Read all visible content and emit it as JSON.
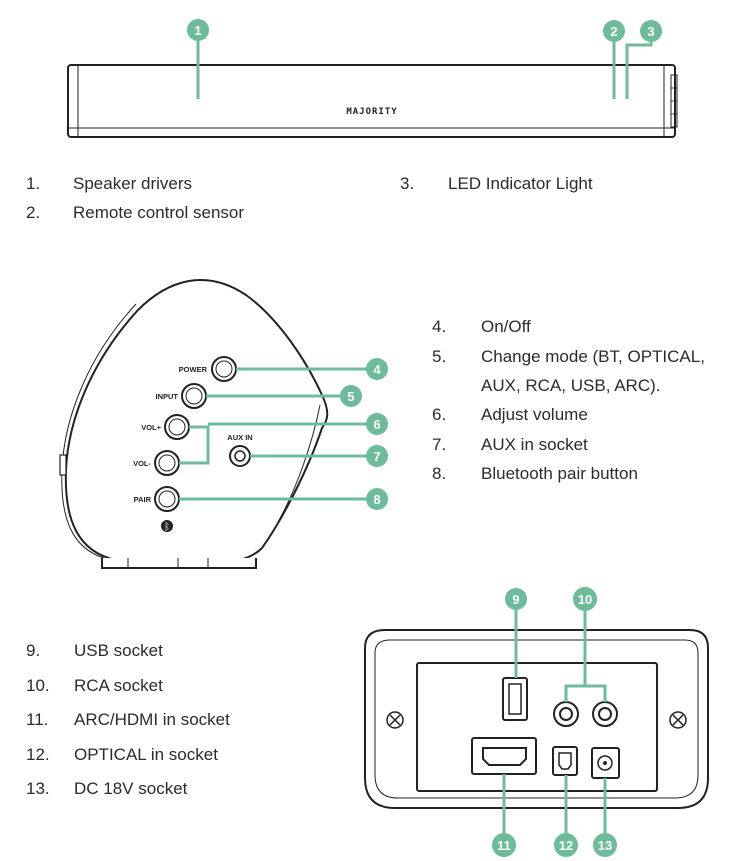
{
  "brand": "MAJORITY",
  "panel_labels": {
    "power": "POWER",
    "input": "INPUT",
    "vol_plus": "VOL+",
    "vol_minus": "VOL-",
    "aux_in": "AUX IN",
    "pair": "PAIR",
    "bluetooth_symbol": "ᛒ"
  },
  "callouts": [
    "1",
    "2",
    "3",
    "4",
    "5",
    "6",
    "7",
    "8",
    "9",
    "10",
    "11",
    "12",
    "13"
  ],
  "legend_front": [
    {
      "num": "1.",
      "text": "Speaker drivers"
    },
    {
      "num": "2.",
      "text": "Remote control sensor"
    },
    {
      "num": "3.",
      "text": "LED Indicator Light"
    }
  ],
  "legend_side": [
    {
      "num": "4.",
      "text": "On/Off"
    },
    {
      "num": "5.",
      "text": "Change mode (BT, OPTICAL,"
    },
    {
      "num": "",
      "text": "AUX, RCA, USB, ARC)."
    },
    {
      "num": "6.",
      "text": "Adjust volume"
    },
    {
      "num": "7.",
      "text": "AUX in socket"
    },
    {
      "num": "8.",
      "text": "Bluetooth pair button"
    }
  ],
  "legend_rear": [
    {
      "num": "9.",
      "text": "USB socket"
    },
    {
      "num": "10.",
      "text": "RCA socket"
    },
    {
      "num": "11.",
      "text": "ARC/HDMI in socket"
    },
    {
      "num": "12.",
      "text": "OPTICAL in socket"
    },
    {
      "num": "13.",
      "text": "DC 18V socket"
    }
  ],
  "colors": {
    "accent": "#6dbb9b",
    "outline": "#222222",
    "text": "#2b2b2b"
  }
}
